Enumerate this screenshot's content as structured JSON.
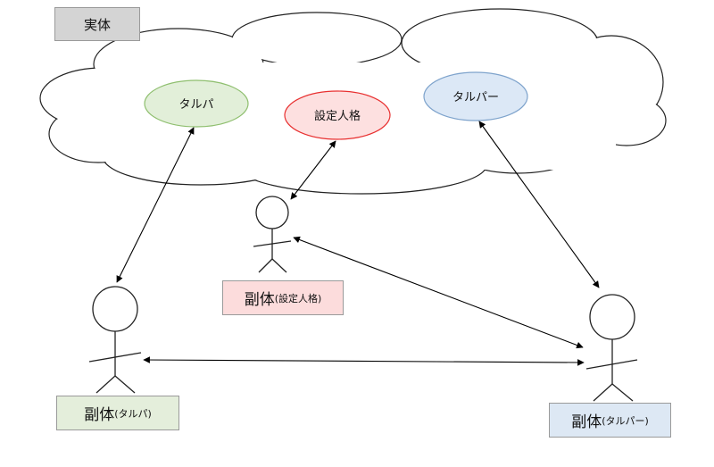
{
  "entity_label": "実体",
  "ellipses": {
    "tarupa": {
      "label": "タルパ",
      "fill": "#e2efd9",
      "stroke": "#8fbf6f"
    },
    "setting": {
      "label": "設定人格",
      "fill": "#fde0e0",
      "stroke": "#e83030"
    },
    "tarupaa": {
      "label": "タルパー",
      "fill": "#dce8f6",
      "stroke": "#7ea3cc"
    }
  },
  "sub_labels": {
    "tarupa": {
      "main": "副体",
      "paren": "(タルパ)"
    },
    "setting": {
      "main": "副体",
      "paren": "(設定人格)"
    },
    "tarupaa": {
      "main": "副体",
      "paren": "(タルパー)"
    }
  },
  "colors": {
    "cloud_stroke": "#222222",
    "figure_stroke": "#222222",
    "arrow": "#000000",
    "entity_tag_bg": "#d4d4d4",
    "setting_tag_bg": "#fcdcdc",
    "tarupa_tag_bg": "#e4eedb",
    "tarupaa_tag_bg": "#dde8f4"
  },
  "relations": [
    {
      "from": "タルパ",
      "to": "副体(タルパ)",
      "arrowheads": "both"
    },
    {
      "from": "設定人格",
      "to": "副体(設定人格)",
      "arrowheads": "both"
    },
    {
      "from": "タルパー",
      "to": "副体(タルパー)",
      "arrowheads": "both"
    },
    {
      "from": "副体(設定人格)",
      "to": "副体(タルパー)",
      "arrowheads": "both"
    },
    {
      "from": "副体(タルパ)",
      "to": "副体(タルパー)",
      "arrowheads": "both"
    }
  ]
}
